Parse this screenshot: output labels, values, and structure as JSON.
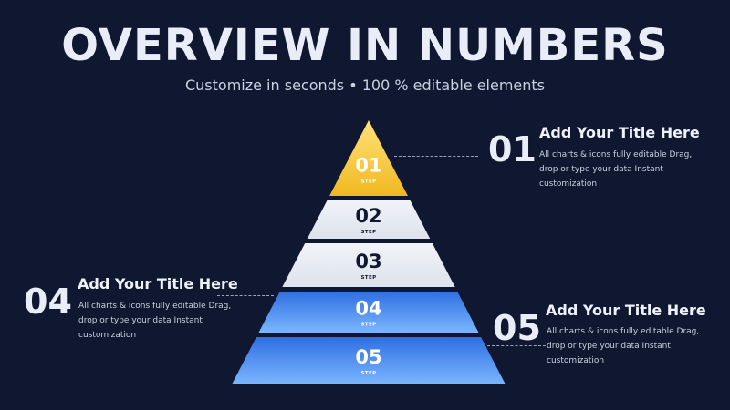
{
  "header": {
    "title": "OVERVIEW IN NUMBERS",
    "subtitle": "Customize in seconds • 100 % editable elements"
  },
  "pyramid": {
    "tiers": [
      {
        "number": "01",
        "step_label": "STEP",
        "fill": "#f4c431",
        "text_color": "#ffffff"
      },
      {
        "number": "02",
        "step_label": "STEP",
        "fill": "#e7eaf2",
        "text_color": "#0f1830"
      },
      {
        "number": "03",
        "step_label": "STEP",
        "fill": "#e7eaf2",
        "text_color": "#0f1830"
      },
      {
        "number": "04",
        "step_label": "STEP",
        "fill": "#4d93f0",
        "text_color": "#ffffff"
      },
      {
        "number": "05",
        "step_label": "STEP",
        "fill": "#4d93f0",
        "text_color": "#ffffff"
      }
    ]
  },
  "callouts": {
    "right_top": {
      "number": "01",
      "title": "Add Your Title Here",
      "description": "All charts & icons fully editable Drag, drop or type your data Instant customization"
    },
    "left": {
      "number": "04",
      "title": "Add Your Title Here",
      "description": "All charts & icons fully editable Drag, drop or type your data Instant customization"
    },
    "right_bottom": {
      "number": "05",
      "title": "Add Your Title Here",
      "description": "All charts & icons fully editable Drag, drop or type your data Instant customization"
    }
  },
  "colors": {
    "background": "#0f1830",
    "accent_yellow": "#f4c431",
    "accent_blue": "#4d93f0",
    "light_tier": "#e7eaf2"
  }
}
